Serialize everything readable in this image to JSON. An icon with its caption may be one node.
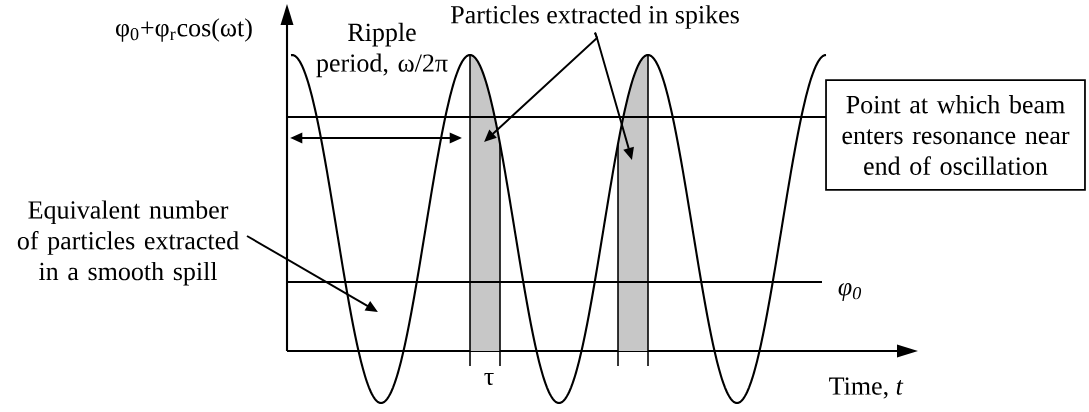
{
  "diagram": {
    "nodes": [
      {
        "text": [
          "Particles extracted in spikes"
        ]
      },
      {
        "text": [
          "Point at which beam enters resonance near end of oscillation"
        ]
      },
      {
        "text": [
          "Equivalent number of particles extracted in a smooth spill"
        ]
      },
      {
        "text": [],
        "shape": "box",
        "beside": [
          "τ"
        ]
      },
      {
        "text": [],
        "shape": "box"
      }
    ],
    "edges": [
      {
        "from": 0,
        "to": 3,
        "arrow": "to"
      },
      {
        "from": 0,
        "to": 4,
        "arrow": "to"
      },
      {
        "from": 2,
        "to": null,
        "arrow": "to"
      }
    ],
    "labels": [
      "φ$_{0}$+φ$_{r}$cos(ωt)",
      "Ripple period, ω/2π",
      "φ$_{0}$",
      "Time, *t*"
    ]
  }
}
